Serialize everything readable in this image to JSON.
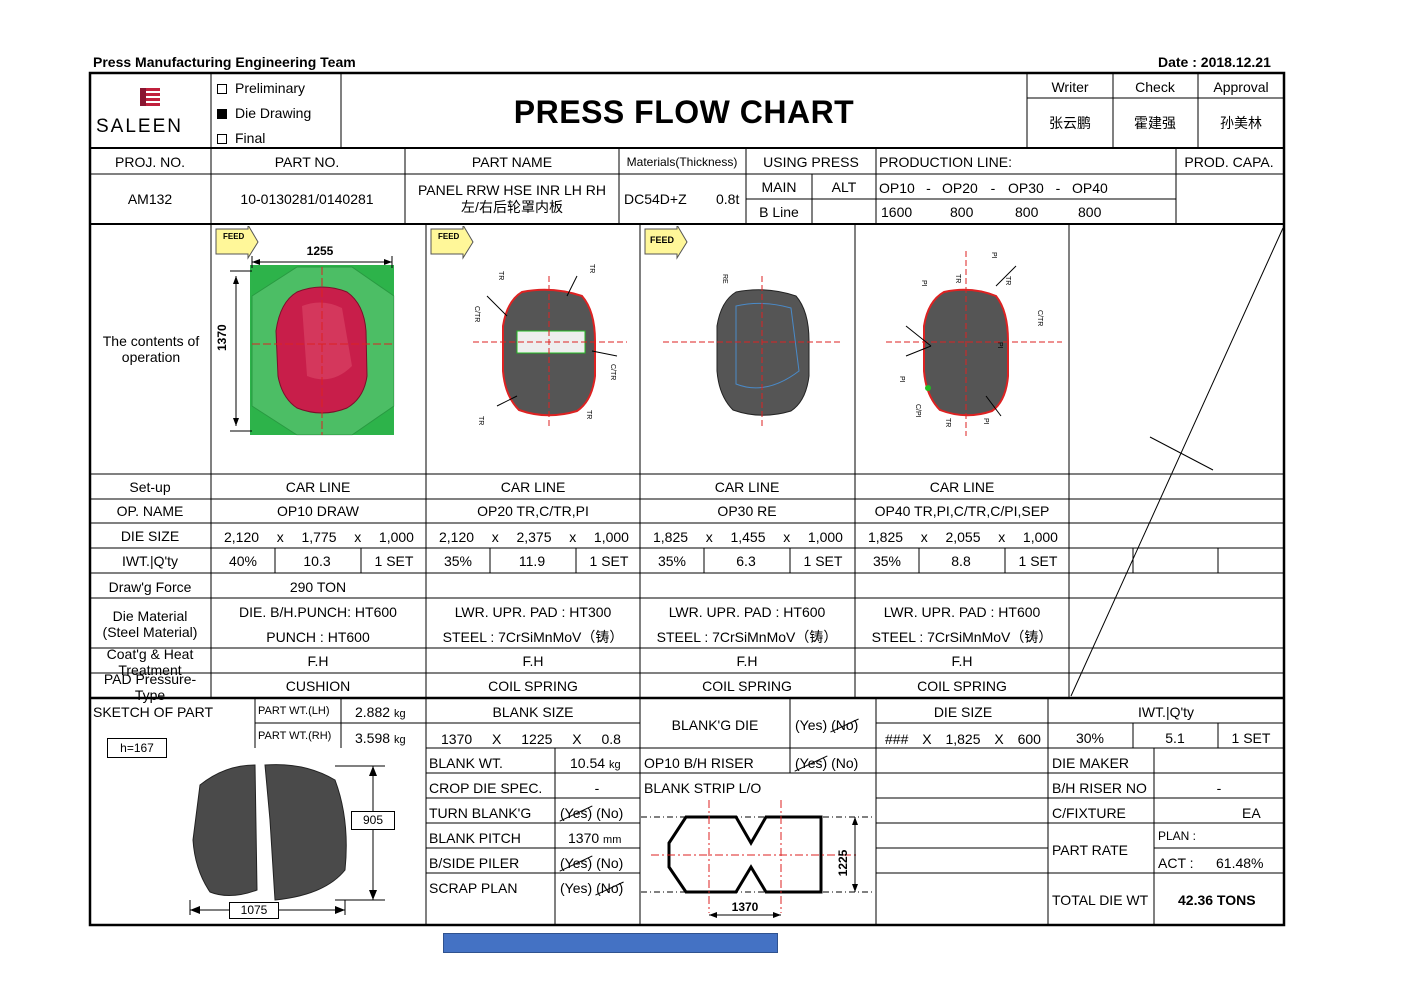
{
  "header": {
    "team": "Press Manufacturing Engineering Team",
    "date": "Date : 2018.12.21"
  },
  "logo": {
    "text": "SALEEN"
  },
  "stage": {
    "items": [
      {
        "label": "Preliminary",
        "checked": false
      },
      {
        "label": "Die Drawing",
        "checked": true
      },
      {
        "label": "Final",
        "checked": false
      }
    ]
  },
  "title": "PRESS FLOW CHART",
  "signoff": {
    "writer_label": "Writer",
    "check_label": "Check",
    "approval_label": "Approval",
    "writer": "张云鹏",
    "check": "霍建强",
    "approval": "孙美林"
  },
  "info_headers": {
    "proj_no": "PROJ.  NO.",
    "part_no": "PART NO.",
    "part_name": "PART NAME",
    "materials": "Materials(Thickness)",
    "using_press": "USING PRESS",
    "production_line": "PRODUCTION LINE:",
    "prod_capa": "PROD. CAPA."
  },
  "info": {
    "proj_no": "AM132",
    "part_no": "10-0130281/0140281",
    "part_name_en": "PANEL RRW HSE INR LH RH",
    "part_name_cn": "左/右后轮罩内板",
    "material": "DC54D+Z",
    "thickness": "0.8t",
    "press_main": "MAIN",
    "press_alt": "ALT",
    "press_bline": "B Line",
    "line_ops": [
      "OP10",
      "-",
      "OP20",
      "-",
      "OP30",
      "-",
      "OP40"
    ],
    "line_tons": [
      "1600",
      "800",
      "800",
      "800"
    ]
  },
  "contents_label": "The contents of operation",
  "drawings": {
    "feed": "FEED",
    "op10_width": "1255",
    "op10_height": "1370",
    "op20_labels": [
      "TR",
      "TR",
      "C/TR",
      "C/TR",
      "TR",
      "TR"
    ],
    "op30_labels": [
      "RE"
    ],
    "op40_labels": [
      "PI",
      "TR",
      "PI",
      "TR",
      "C/TR",
      "PI",
      "PI",
      "C/PI",
      "TR",
      "PI"
    ]
  },
  "rows": {
    "setup_label": "Set-up",
    "opname_label": "OP. NAME",
    "diesize_label": "DIE SIZE",
    "iwt_label": "IWT.|Q'ty",
    "drawforce_label": "Draw'g Force",
    "diematerial_label1": "Die Material",
    "diematerial_label2": "(Steel Material)",
    "coat_label1": "Coat'g & Heat",
    "coat_label2": "Treatment",
    "pad_label1": "PAD Pressure-",
    "pad_label2": "Type"
  },
  "ops": [
    {
      "setup": "CAR LINE",
      "name": "OP10 DRAW",
      "die": [
        "2,120",
        "x",
        "1,775",
        "x",
        "1,000"
      ],
      "iwt": "40%",
      "qty": "10.3",
      "set": "1 SET",
      "force": "290 TON",
      "mat1": "DIE. B/H.PUNCH:  HT600",
      "mat2": "PUNCH : HT600",
      "coat": "F.H",
      "pad": "CUSHION"
    },
    {
      "setup": "CAR LINE",
      "name": "OP20 TR,C/TR,PI",
      "die": [
        "2,120",
        "x",
        "2,375",
        "x",
        "1,000"
      ],
      "iwt": "35%",
      "qty": "11.9",
      "set": "1 SET",
      "force": "",
      "mat1": "LWR. UPR. PAD : HT300",
      "mat2": "STEEL : 7CrSiMnMoV（铸）",
      "coat": "F.H",
      "pad": "COIL SPRING"
    },
    {
      "setup": "CAR LINE",
      "name": "OP30 RE",
      "die": [
        "1,825",
        "x",
        "1,455",
        "x",
        "1,000"
      ],
      "iwt": "35%",
      "qty": "6.3",
      "set": "1 SET",
      "force": "",
      "mat1": "LWR. UPR. PAD : HT600",
      "mat2": "STEEL : 7CrSiMnMoV（铸）",
      "coat": "F.H",
      "pad": "COIL SPRING"
    },
    {
      "setup": "CAR LINE",
      "name": "OP40 TR,PI,C/TR,C/PI,SEP",
      "die": [
        "1,825",
        "x",
        "2,055",
        "x",
        "1,000"
      ],
      "iwt": "35%",
      "qty": "8.8",
      "set": "1 SET",
      "force": "",
      "mat1": "LWR. UPR. PAD : HT600",
      "mat2": "STEEL : 7CrSiMnMoV（铸）",
      "coat": "F.H",
      "pad": "COIL SPRING"
    }
  ],
  "bottom": {
    "sketch_label": "SKETCH OF PART",
    "h_value": "h=167",
    "part_wt_lh_label": "PART WT.(LH)",
    "part_wt_lh": "2.882",
    "part_wt_rh_label": "PART WT.(RH)",
    "part_wt_rh": "3.598",
    "kg": "kg",
    "dim_905": "905",
    "dim_1075": "1075",
    "blank_size_label": "BLANK SIZE",
    "blank_size": [
      "1370",
      "X",
      "1225",
      "X",
      "0.8"
    ],
    "blank_wt_label": "BLANK WT.",
    "blank_wt": "10.54",
    "blank_wt_unit": "kg",
    "crop_label": "CROP DIE SPEC.",
    "crop_value": "-",
    "turn_label": "TURN BLANK'G",
    "yes": "(Yes)",
    "no": "(No)",
    "pitch_label": "BLANK PITCH",
    "pitch_value": "1370",
    "pitch_unit": "mm",
    "side_label": "B/SIDE PILER",
    "scrap_label": "SCRAP PLAN",
    "blankg_die_label": "BLANK'G DIE",
    "op10_riser_label": "OP10 B/H RISER",
    "strip_label": "BLANK STRIP L/O",
    "strip_w": "1370",
    "strip_h": "1225",
    "die_size_label": "DIE SIZE",
    "die_size": [
      "###",
      "X",
      "1,825",
      "X",
      "600"
    ],
    "iwt_label": "IWT.|Q'ty",
    "iwt": "30%",
    "qty": "5.1",
    "set": "1 SET",
    "die_maker_label": "DIE MAKER",
    "bh_riser_label": "B/H RISER NO",
    "bh_riser_value": "-",
    "cfixture_label": "C/FIXTURE",
    "cfixture_value": "EA",
    "part_rate_label": "PART RATE",
    "plan_label": "PLAN :",
    "act_label": "ACT :",
    "act_value": "61.48%",
    "total_label": "TOTAL DIE WT",
    "total_value": "42.36 TONS"
  }
}
